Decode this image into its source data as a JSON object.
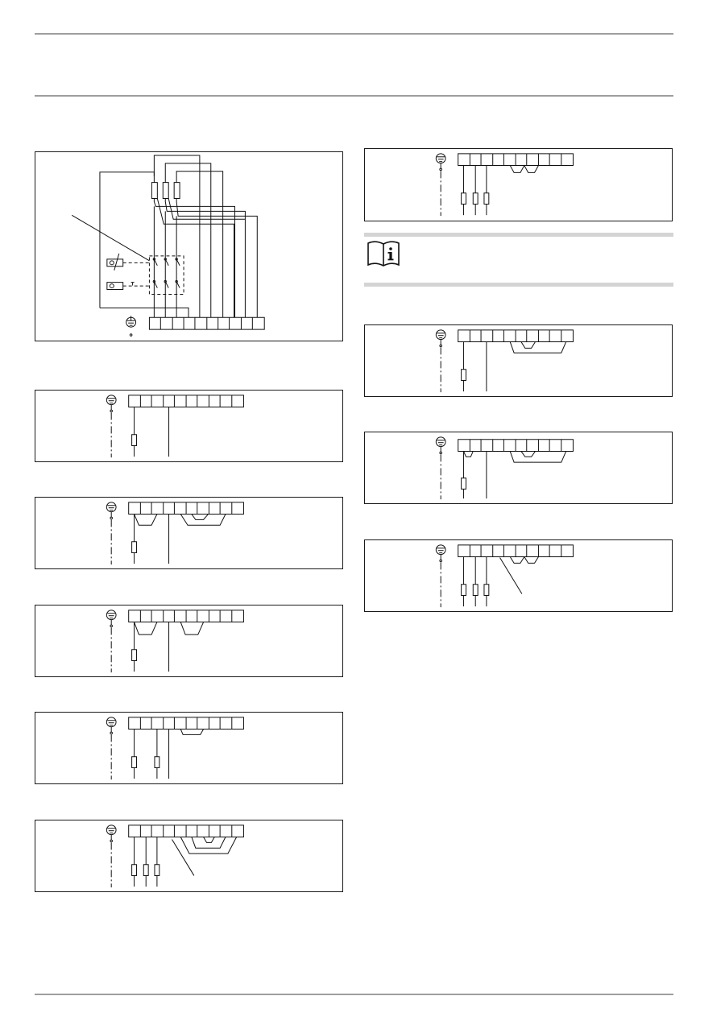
{
  "page": {
    "top_rules": 2,
    "bottom_rules": 1
  },
  "note": {
    "icon": "info-manual-icon",
    "text": ""
  },
  "panels": [
    {
      "id": "wiring-main",
      "kind": "schematic",
      "terminals": 10
    },
    {
      "id": "variant-1",
      "kind": "terminal-block",
      "terminals": 10,
      "fuses": 1
    },
    {
      "id": "variant-2",
      "kind": "terminal-block",
      "terminals": 10,
      "fuses": 1
    },
    {
      "id": "variant-3",
      "kind": "terminal-block",
      "terminals": 10,
      "fuses": 1
    },
    {
      "id": "variant-4",
      "kind": "terminal-block",
      "terminals": 10,
      "fuses": 2
    },
    {
      "id": "variant-5",
      "kind": "terminal-block",
      "terminals": 10,
      "fuses": 3
    },
    {
      "id": "variant-6",
      "kind": "terminal-block",
      "terminals": 10,
      "fuses": 3
    },
    {
      "id": "variant-7",
      "kind": "terminal-block",
      "terminals": 10,
      "fuses": 1
    },
    {
      "id": "variant-8",
      "kind": "terminal-block",
      "terminals": 10,
      "fuses": 1
    },
    {
      "id": "variant-9",
      "kind": "terminal-block",
      "terminals": 10,
      "fuses": 3
    }
  ]
}
